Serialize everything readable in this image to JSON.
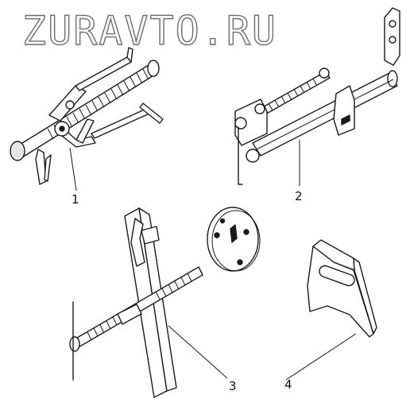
{
  "watermark": "ZURAVTO.RU",
  "callouts": [
    {
      "id": "1",
      "label": "1"
    },
    {
      "id": "2",
      "label": "2"
    },
    {
      "id": "3",
      "label": "3"
    },
    {
      "id": "4",
      "label": "4"
    }
  ],
  "colors": {
    "ink": "#1a1a1a",
    "watermark_outline": "#6e6e6e",
    "background": "#ffffff"
  }
}
